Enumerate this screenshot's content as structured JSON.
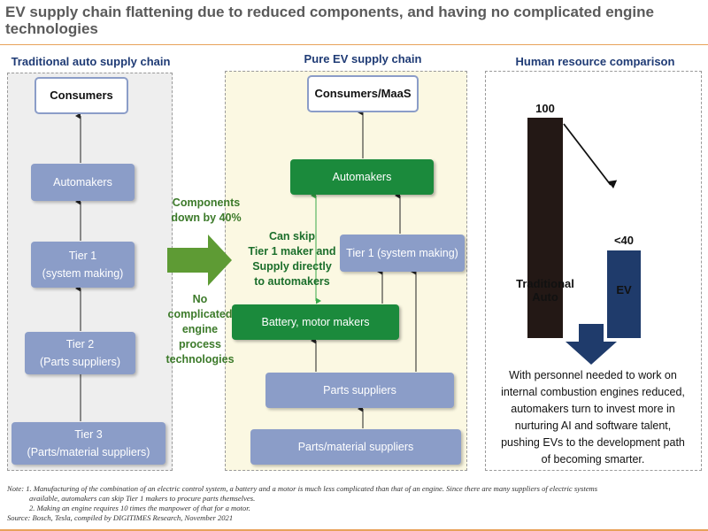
{
  "title": "EV supply chain flattening due to reduced components, and having no complicated engine technologies",
  "traditional": {
    "heading": "Traditional auto supply chain",
    "consumers": "Consumers",
    "automakers": "Automakers",
    "tier1_line1": "Tier 1",
    "tier1_line2": "(system making)",
    "tier2_line1": "Tier 2",
    "tier2_line2": "(Parts suppliers)",
    "tier3_line1": "Tier 3",
    "tier3_line2": "(Parts/material suppliers)"
  },
  "middle": {
    "components_line1": "Components",
    "components_line2": "down by 40%",
    "no_engine": [
      "No",
      "complicated",
      "engine",
      "process",
      "technologies"
    ]
  },
  "ev": {
    "heading": "Pure EV supply chain",
    "consumers": "Consumers/MaaS",
    "automakers": "Automakers",
    "tier1": "Tier 1 (system making)",
    "battery": "Battery, motor makers",
    "parts": "Parts suppliers",
    "material": "Parts/material suppliers",
    "skip_note": [
      "Can skip",
      "Tier 1 maker and",
      "Supply directly",
      "to automakers"
    ]
  },
  "hr": {
    "heading": "Human resource comparison",
    "description": [
      "With personnel needed to work on",
      "internal combustion engines reduced,",
      "automakers turn to  invest more in",
      "nurturing AI and software talent,",
      "pushing EVs to the development path",
      "of becoming smarter."
    ]
  },
  "chart_data": {
    "type": "bar",
    "categories": [
      "Traditional Auto",
      "EV"
    ],
    "values": [
      100,
      40
    ],
    "value_labels": [
      "100",
      "<40"
    ],
    "colors": [
      "#231815",
      "#1f3b6b"
    ]
  },
  "notes": {
    "line1": "Note: 1. Manufacturing of the combination of an electric control system, a battery and a motor is much less complicated than that of an engine. Since there are many suppliers of electric systems",
    "line2": "available, automakers can skip Tier 1 makers to procure parts themselves.",
    "line3": "2. Making an engine requires 10 times the manpower of that for a motor.",
    "line4": "Source: Bosch, Tesla, compiled by DIGITIMES Research, November 2021"
  },
  "colors": {
    "tier_box": "#8b9dc8",
    "ev_green": "#1b8a3c",
    "arrow_green": "#5e9b34",
    "down_arrow": "#1f3b6b",
    "heading_blue": "#1f3b75",
    "accent_orange": "#e8a25a"
  }
}
